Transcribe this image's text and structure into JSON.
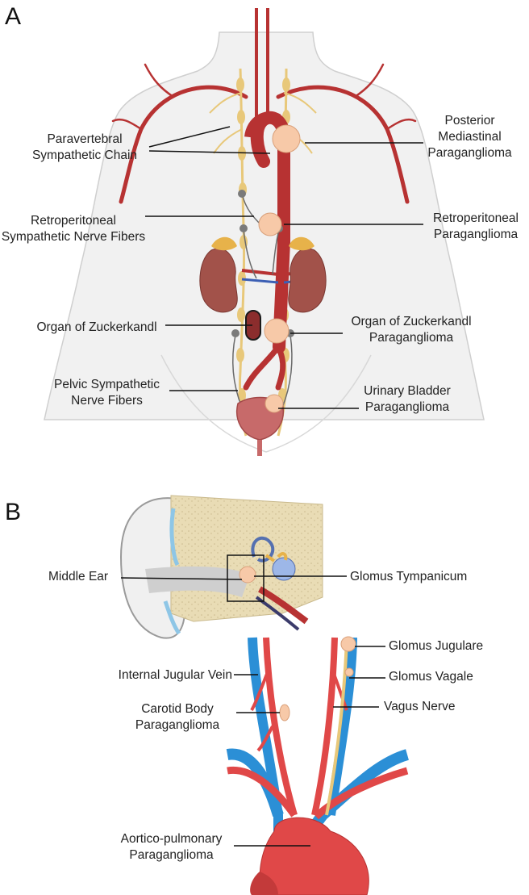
{
  "panels": {
    "a": {
      "letter": "A"
    },
    "b": {
      "letter": "B"
    }
  },
  "labels": {
    "paravertebral_chain": "Paravertebral\nSympathetic Chain",
    "posterior_mediastinal": "Posterior\nMediastinal\nParaganglioma",
    "retro_fibers": "Retroperitoneal\nSympathetic Nerve Fibers",
    "retro_paraganglioma": "Retroperitoneal\nParaganglioma",
    "organ_zuckerkandl": "Organ of Zuckerkandl",
    "organ_zuckerkandl_pgl": "Organ of Zuckerkandl\nParaganglioma",
    "pelvic_fibers": "Pelvic Sympathetic\nNerve Fibers",
    "urinary_bladder_pgl": "Urinary Bladder\nParaganglioma",
    "middle_ear": "Middle Ear",
    "glomus_tympanicum": "Glomus Tympanicum",
    "glomus_jugulare": "Glomus Jugulare",
    "internal_jugular_vein": "Internal Jugular Vein",
    "glomus_vagale": "Glomus Vagale",
    "carotid_body_pgl": "Carotid Body\nParaganglioma",
    "vagus_nerve": "Vagus Nerve",
    "aortico_pulmonary_pgl": "Aortico-pulmonary\nParaganglioma"
  },
  "colors": {
    "artery": "#c0392b",
    "artery_light": "#e04848",
    "vein": "#2b8fd6",
    "nerve": "#e8c87a",
    "tumor": "#f7c9a8",
    "kidney": "#a2524a",
    "adrenal": "#e7b24a",
    "body_outline": "#c8c8c8",
    "leader": "#111111"
  }
}
